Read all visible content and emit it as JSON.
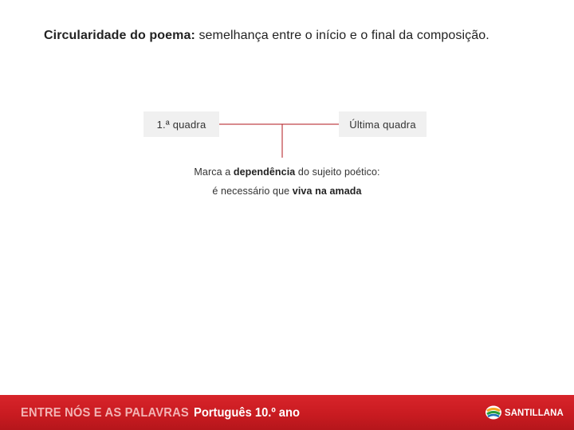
{
  "title": {
    "bold_part": "Circularidade do poema:",
    "rest": " semelhança entre o início e o final da composição."
  },
  "diagram": {
    "left_box": "1.ª quadra",
    "right_box": "Última quadra",
    "description_line1": {
      "before": "Marca a ",
      "bold": "dependência",
      "after": " do sujeito poético:"
    },
    "description_line2": {
      "before": "é necessário que ",
      "bold": "viva na amada"
    },
    "connector_color": "#b0171c"
  },
  "footer": {
    "series": "ENTRE NÓS E AS PALAVRAS",
    "subject": "Português 10.º ano",
    "brand": "SANTILLANA",
    "background_color": "#c91b21"
  }
}
